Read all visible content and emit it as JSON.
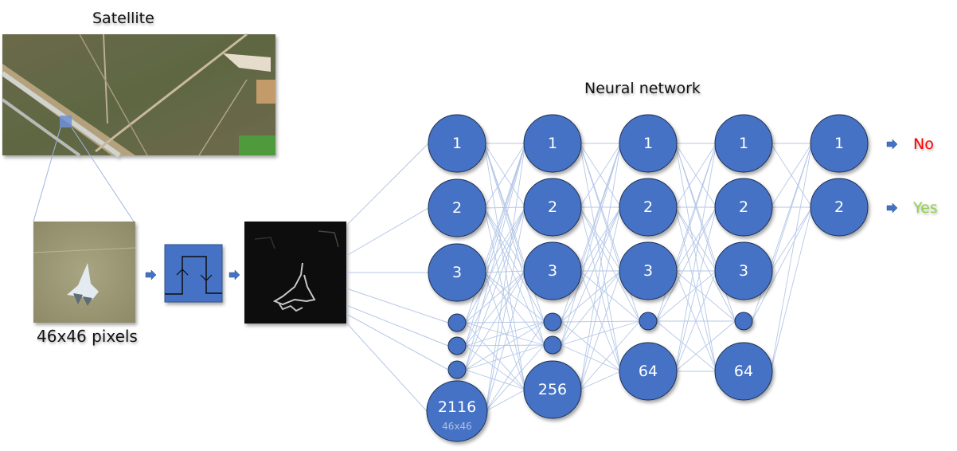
{
  "titles": {
    "satellite": "Satellite",
    "patch_size": "46x46 pixels",
    "network": "Neural network"
  },
  "colors": {
    "node_fill": "#4472c4",
    "node_stroke": "#1f2f52",
    "edge": "#b4c7e7",
    "no": "#ff0000",
    "yes": "#92d050"
  },
  "pipeline": {
    "steps": [
      "satellite-image",
      "patch-46x46",
      "edge-filter",
      "filtered-patch",
      "neural-network"
    ],
    "filter_icon": "step-function-icon",
    "arrow_icon": "right-arrow-icon"
  },
  "network": {
    "layers": [
      {
        "name": "input",
        "nodes": [
          "1",
          "2",
          "3",
          "",
          "",
          "",
          "2116"
        ],
        "sublabel": "46x46",
        "size": 2116
      },
      {
        "name": "hidden-1",
        "nodes": [
          "1",
          "2",
          "3",
          "",
          "",
          "256"
        ],
        "size": 256
      },
      {
        "name": "hidden-2",
        "nodes": [
          "1",
          "2",
          "3",
          "",
          "64"
        ],
        "size": 64
      },
      {
        "name": "hidden-3",
        "nodes": [
          "1",
          "2",
          "3",
          "",
          "64"
        ],
        "size": 64
      },
      {
        "name": "output",
        "nodes": [
          "1",
          "2"
        ],
        "size": 2
      }
    ],
    "outputs": [
      {
        "node": "1",
        "label": "No"
      },
      {
        "node": "2",
        "label": "Yes"
      }
    ]
  }
}
